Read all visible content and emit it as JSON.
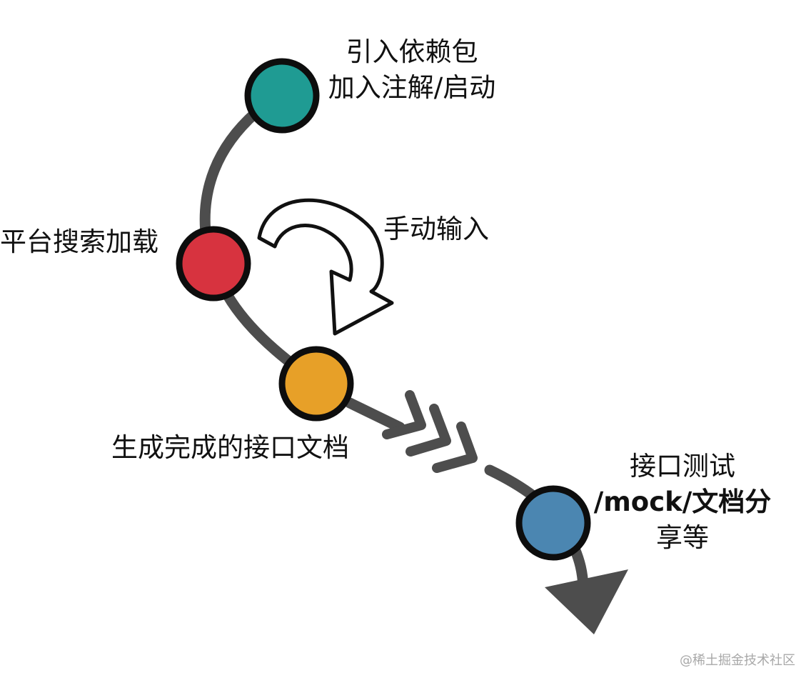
{
  "steps": [
    {
      "lines": [
        "引入依赖包",
        "加入注解/启动"
      ],
      "color": "#1f9b93"
    },
    {
      "lines": [
        "平台搜索加载"
      ],
      "color": "#d7333f"
    },
    {
      "lines": [
        "生成完成的接口文档"
      ],
      "color": "#e7a028"
    },
    {
      "lines": [
        "接口测试",
        "/mock/文档分",
        "享等"
      ],
      "color": "#4b86b1"
    }
  ],
  "manual_input_label": "手动输入",
  "watermark": "@稀土掘金技术社区",
  "colors": {
    "path": "#4d4d4d",
    "outline": "#0d0d0d",
    "text": "#111111"
  }
}
